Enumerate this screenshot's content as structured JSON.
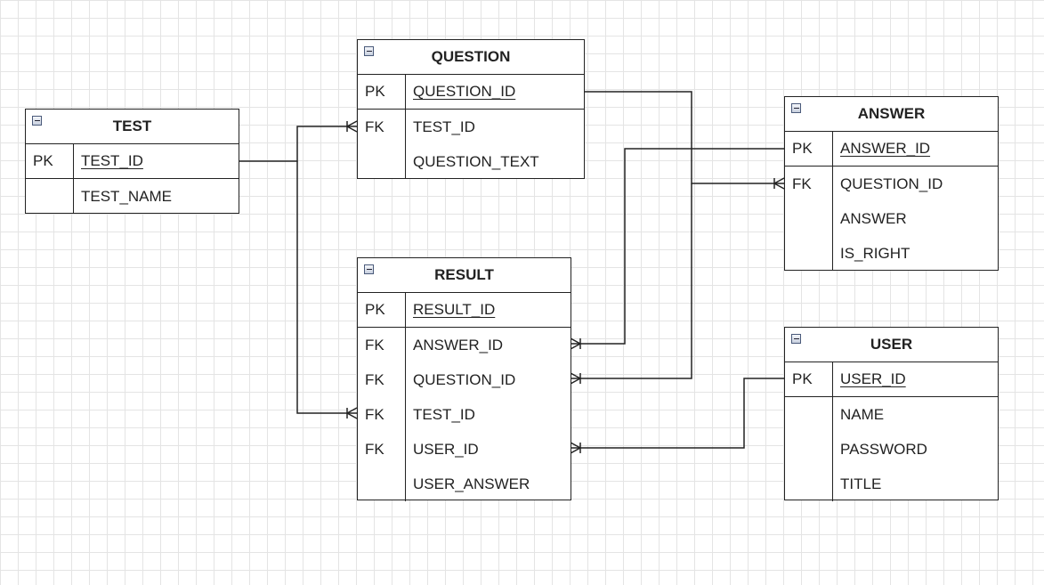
{
  "tables": {
    "test": {
      "title": "TEST",
      "fields": [
        {
          "key": "PK",
          "name": "TEST_ID"
        },
        {
          "key": "",
          "name": "TEST_NAME"
        }
      ]
    },
    "question": {
      "title": "QUESTION",
      "fields": [
        {
          "key": "PK",
          "name": "QUESTION_ID"
        },
        {
          "key": "FK",
          "name": "TEST_ID"
        },
        {
          "key": "",
          "name": "QUESTION_TEXT"
        }
      ]
    },
    "answer": {
      "title": "ANSWER",
      "fields": [
        {
          "key": "PK",
          "name": "ANSWER_ID"
        },
        {
          "key": "FK",
          "name": "QUESTION_ID"
        },
        {
          "key": "",
          "name": "ANSWER"
        },
        {
          "key": "",
          "name": "IS_RIGHT"
        }
      ]
    },
    "result": {
      "title": "RESULT",
      "fields": [
        {
          "key": "PK",
          "name": "RESULT_ID"
        },
        {
          "key": "FK",
          "name": "ANSWER_ID"
        },
        {
          "key": "FK",
          "name": "QUESTION_ID"
        },
        {
          "key": "FK",
          "name": "TEST_ID"
        },
        {
          "key": "FK",
          "name": "USER_ID"
        },
        {
          "key": "",
          "name": "USER_ANSWER"
        }
      ]
    },
    "user": {
      "title": "USER",
      "fields": [
        {
          "key": "PK",
          "name": "USER_ID"
        },
        {
          "key": "",
          "name": "NAME"
        },
        {
          "key": "",
          "name": "PASSWORD"
        },
        {
          "key": "",
          "name": "TITLE"
        }
      ]
    }
  },
  "relationships": [
    {
      "from": "TEST.TEST_ID",
      "to": "QUESTION.TEST_ID",
      "cardinality": "one-to-many"
    },
    {
      "from": "TEST.TEST_ID",
      "to": "RESULT.TEST_ID",
      "cardinality": "one-to-many"
    },
    {
      "from": "QUESTION.QUESTION_ID",
      "to": "ANSWER.QUESTION_ID",
      "cardinality": "one-to-many"
    },
    {
      "from": "QUESTION.QUESTION_ID",
      "to": "RESULT.QUESTION_ID",
      "cardinality": "one-to-many"
    },
    {
      "from": "ANSWER.ANSWER_ID",
      "to": "RESULT.ANSWER_ID",
      "cardinality": "one-to-many"
    },
    {
      "from": "USER.USER_ID",
      "to": "RESULT.USER_ID",
      "cardinality": "one-to-many"
    }
  ],
  "colors": {
    "line": "#222222",
    "grid": "#e4e4e4",
    "background": "#ffffff"
  }
}
